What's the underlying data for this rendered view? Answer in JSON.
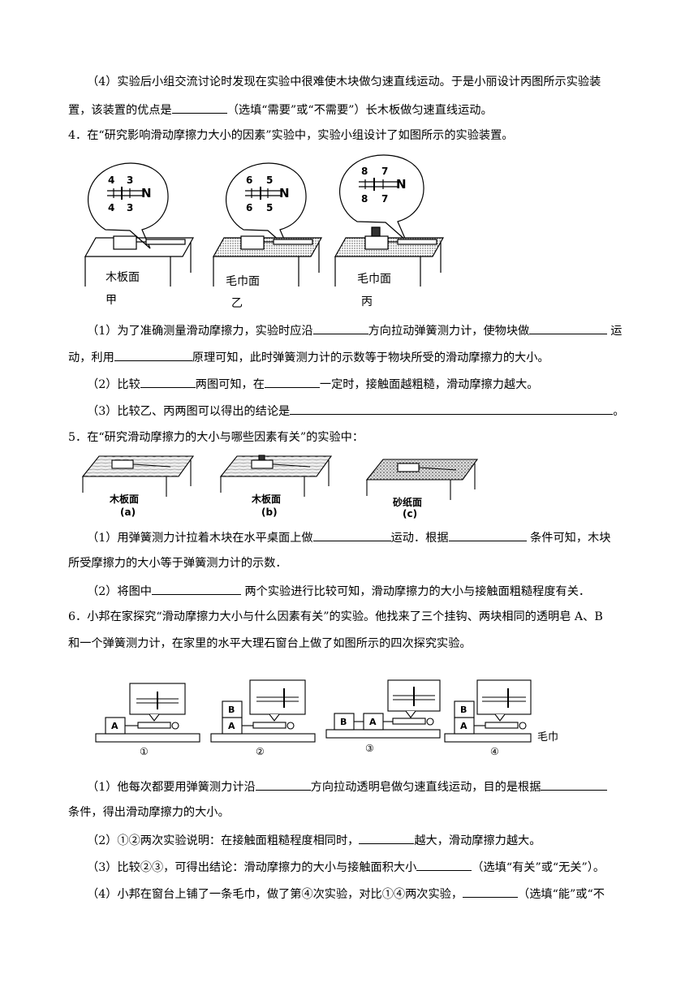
{
  "q3": {
    "p4_line1": "（4）实验后小组交流讨论时发现在实验中很难使木块做匀速直线运动。于是小丽设计丙图所示实验装",
    "p4_line2_a": "置，该装置的优点是",
    "p4_line2_b": "（选填“需要”或“不需要”）长木板做匀速直线运动。"
  },
  "q4": {
    "stem": "4．在“研究影响滑动摩擦力大小的因素”实验中，实验小组设计了如图所示的实验装置。",
    "fig": {
      "jia": {
        "top_l": "4",
        "top_r": "3",
        "bot_l": "4",
        "bot_r": "3",
        "unit": "N",
        "surface": "木板面",
        "tag": "甲"
      },
      "yi": {
        "top_l": "6",
        "top_r": "5",
        "bot_l": "6",
        "bot_r": "5",
        "unit": "N",
        "surface": "毛巾面",
        "tag": "乙"
      },
      "bing": {
        "top_l": "8",
        "top_r": "7",
        "bot_l": "8",
        "bot_r": "7",
        "unit": "N",
        "surface": "毛巾面",
        "tag": "丙"
      }
    },
    "p1_a": "（1）为了准确测量滑动摩擦力，实验时应沿",
    "p1_b": "方向拉动弹簧测力计，使物块做",
    "p1_c": "运",
    "p1_d": "动，利用",
    "p1_e": "原理可知，此时弹簧测力计的示数等于物块所受的滑动摩擦力的大小。",
    "p2_a": "（2）比较",
    "p2_b": "两图可知，在",
    "p2_c": "一定时，接触面越粗糙，滑动摩擦力越大。",
    "p3_a": "（3）比较乙、丙两图可以得出的结论是",
    "p3_b": "。"
  },
  "q5": {
    "stem": "5．在“研究滑动摩擦力的大小与哪些因素有关”的实验中：",
    "fig": {
      "a_surface": "木板面",
      "a_tag": "(a)",
      "b_surface": "木板面",
      "b_tag": "(b)",
      "c_surface": "砂纸面",
      "c_tag": "(c)"
    },
    "p1_a": "（1）用弹簧测力计拉着木块在水平桌面上做",
    "p1_b": "运动．根据",
    "p1_c": "条件可知，木块",
    "p1_d": "所受摩擦力的大小等于弹簧测力计的示数．",
    "p2_a": "（2）将图中",
    "p2_b": "两个实验进行比较可知，滑动摩擦力的大小与接触面粗糙程度有关．"
  },
  "q6": {
    "stem_line1": "6．小邦在家探究“滑动摩擦力大小与什么因素有关”的实验。他找来了三个挂钩、两块相同的透明皂 A、B",
    "stem_line2": "和一个弹簧测力计，在家里的水平大理石窗台上做了如图所示的四次探究实验。",
    "fig": {
      "block_a": "A",
      "block_b": "B",
      "n1": "①",
      "n2": "②",
      "n3": "③",
      "n4": "④",
      "towel": "毛巾"
    },
    "p1_a": "（1）他每次都要用弹簧测力计沿",
    "p1_b": "方向拉动透明皂做匀速直线运动，目的是根据",
    "p1_c": "条件，得出滑动摩擦力的大小。",
    "p2_a": "（2）①②两次实验说明：在接触面粗糙程度相同时，",
    "p2_b": "越大，滑动摩擦力越大。",
    "p3_a": "（3）比较②③，可得出结论：滑动摩擦力的大小与接触面积大小",
    "p3_b": "（选填“有关”或“无关”）。",
    "p4_a": "（4）小邦在窗台上铺了一条毛巾，做了第④次实验，对比①④两次实验，",
    "p4_b": "（选填“能”或“不"
  }
}
